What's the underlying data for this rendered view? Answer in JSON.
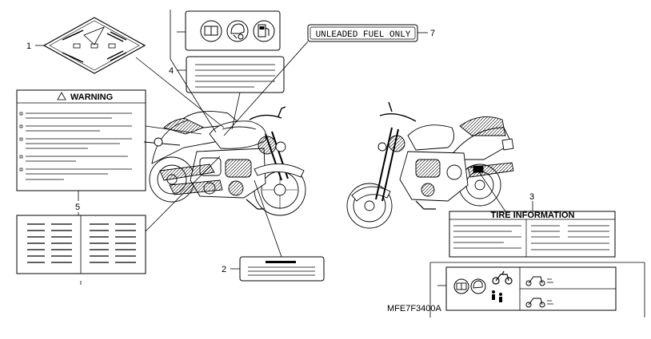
{
  "callouts": [
    "1",
    "2",
    "3",
    "4",
    "5",
    "7"
  ],
  "labels": {
    "warning_title": "WARNING",
    "unleaded_fuel": "UNLEADED FUEL ONLY",
    "tire_info": "TIRE INFORMATION",
    "part_code": "MFE7F3400A"
  },
  "icons": {
    "emblem": "diamond-emblem-icon",
    "manual": "owners-manual-icon",
    "helmet": "helmet-icon",
    "fuel_pump": "fuel-pump-icon",
    "motorcycle": "motorcycle-icon",
    "rider": "rider-icon"
  }
}
